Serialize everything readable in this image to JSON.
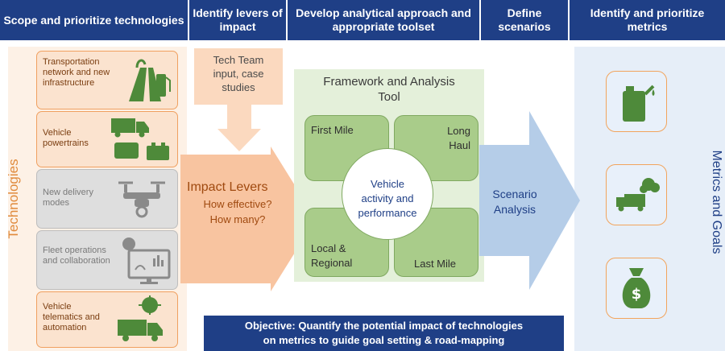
{
  "header": {
    "col1": "Scope and prioritize technologies",
    "col2": "Identify levers of impact",
    "col3": "Develop analytical approach and appropriate toolset",
    "col4": "Define scenarios",
    "col5": "Identify and prioritize metrics"
  },
  "left": {
    "vertical_label": "Technologies",
    "items": [
      {
        "label": "Transportation network and new infrastructure"
      },
      {
        "label": "Vehicle powertrains"
      },
      {
        "label": "New delivery modes"
      },
      {
        "label": "Fleet operations and collaboration"
      },
      {
        "label": "Vehicle telematics and automation"
      }
    ]
  },
  "levers": {
    "input": "Tech Team input, case studies",
    "title": "Impact Levers",
    "line1": "How effective?",
    "line2": "How many?"
  },
  "framework": {
    "title": "Framework and Analysis Tool",
    "quadrants": {
      "tl": "First Mile",
      "tr": "Long Haul",
      "bl": "Local & Regional",
      "br": "Last Mile"
    },
    "center": "Vehicle activity and performance"
  },
  "scenario": {
    "label": "Scenario Analysis"
  },
  "metrics": {
    "vertical_label": "Metrics and Goals"
  },
  "objective": {
    "line1": "Objective: Quantify the potential impact of technologies",
    "line2": "on metrics to guide goal setting & road-mapping"
  },
  "colors": {
    "header": "#1f3f86",
    "orange_bg": "#fbe3cf",
    "orange_border": "#f0a060",
    "green_icon": "#4e8a3a",
    "gray_icon": "#8a8a8a",
    "arrow_orange": "#f8c4a0",
    "arrow_blue": "#b5cde8"
  }
}
